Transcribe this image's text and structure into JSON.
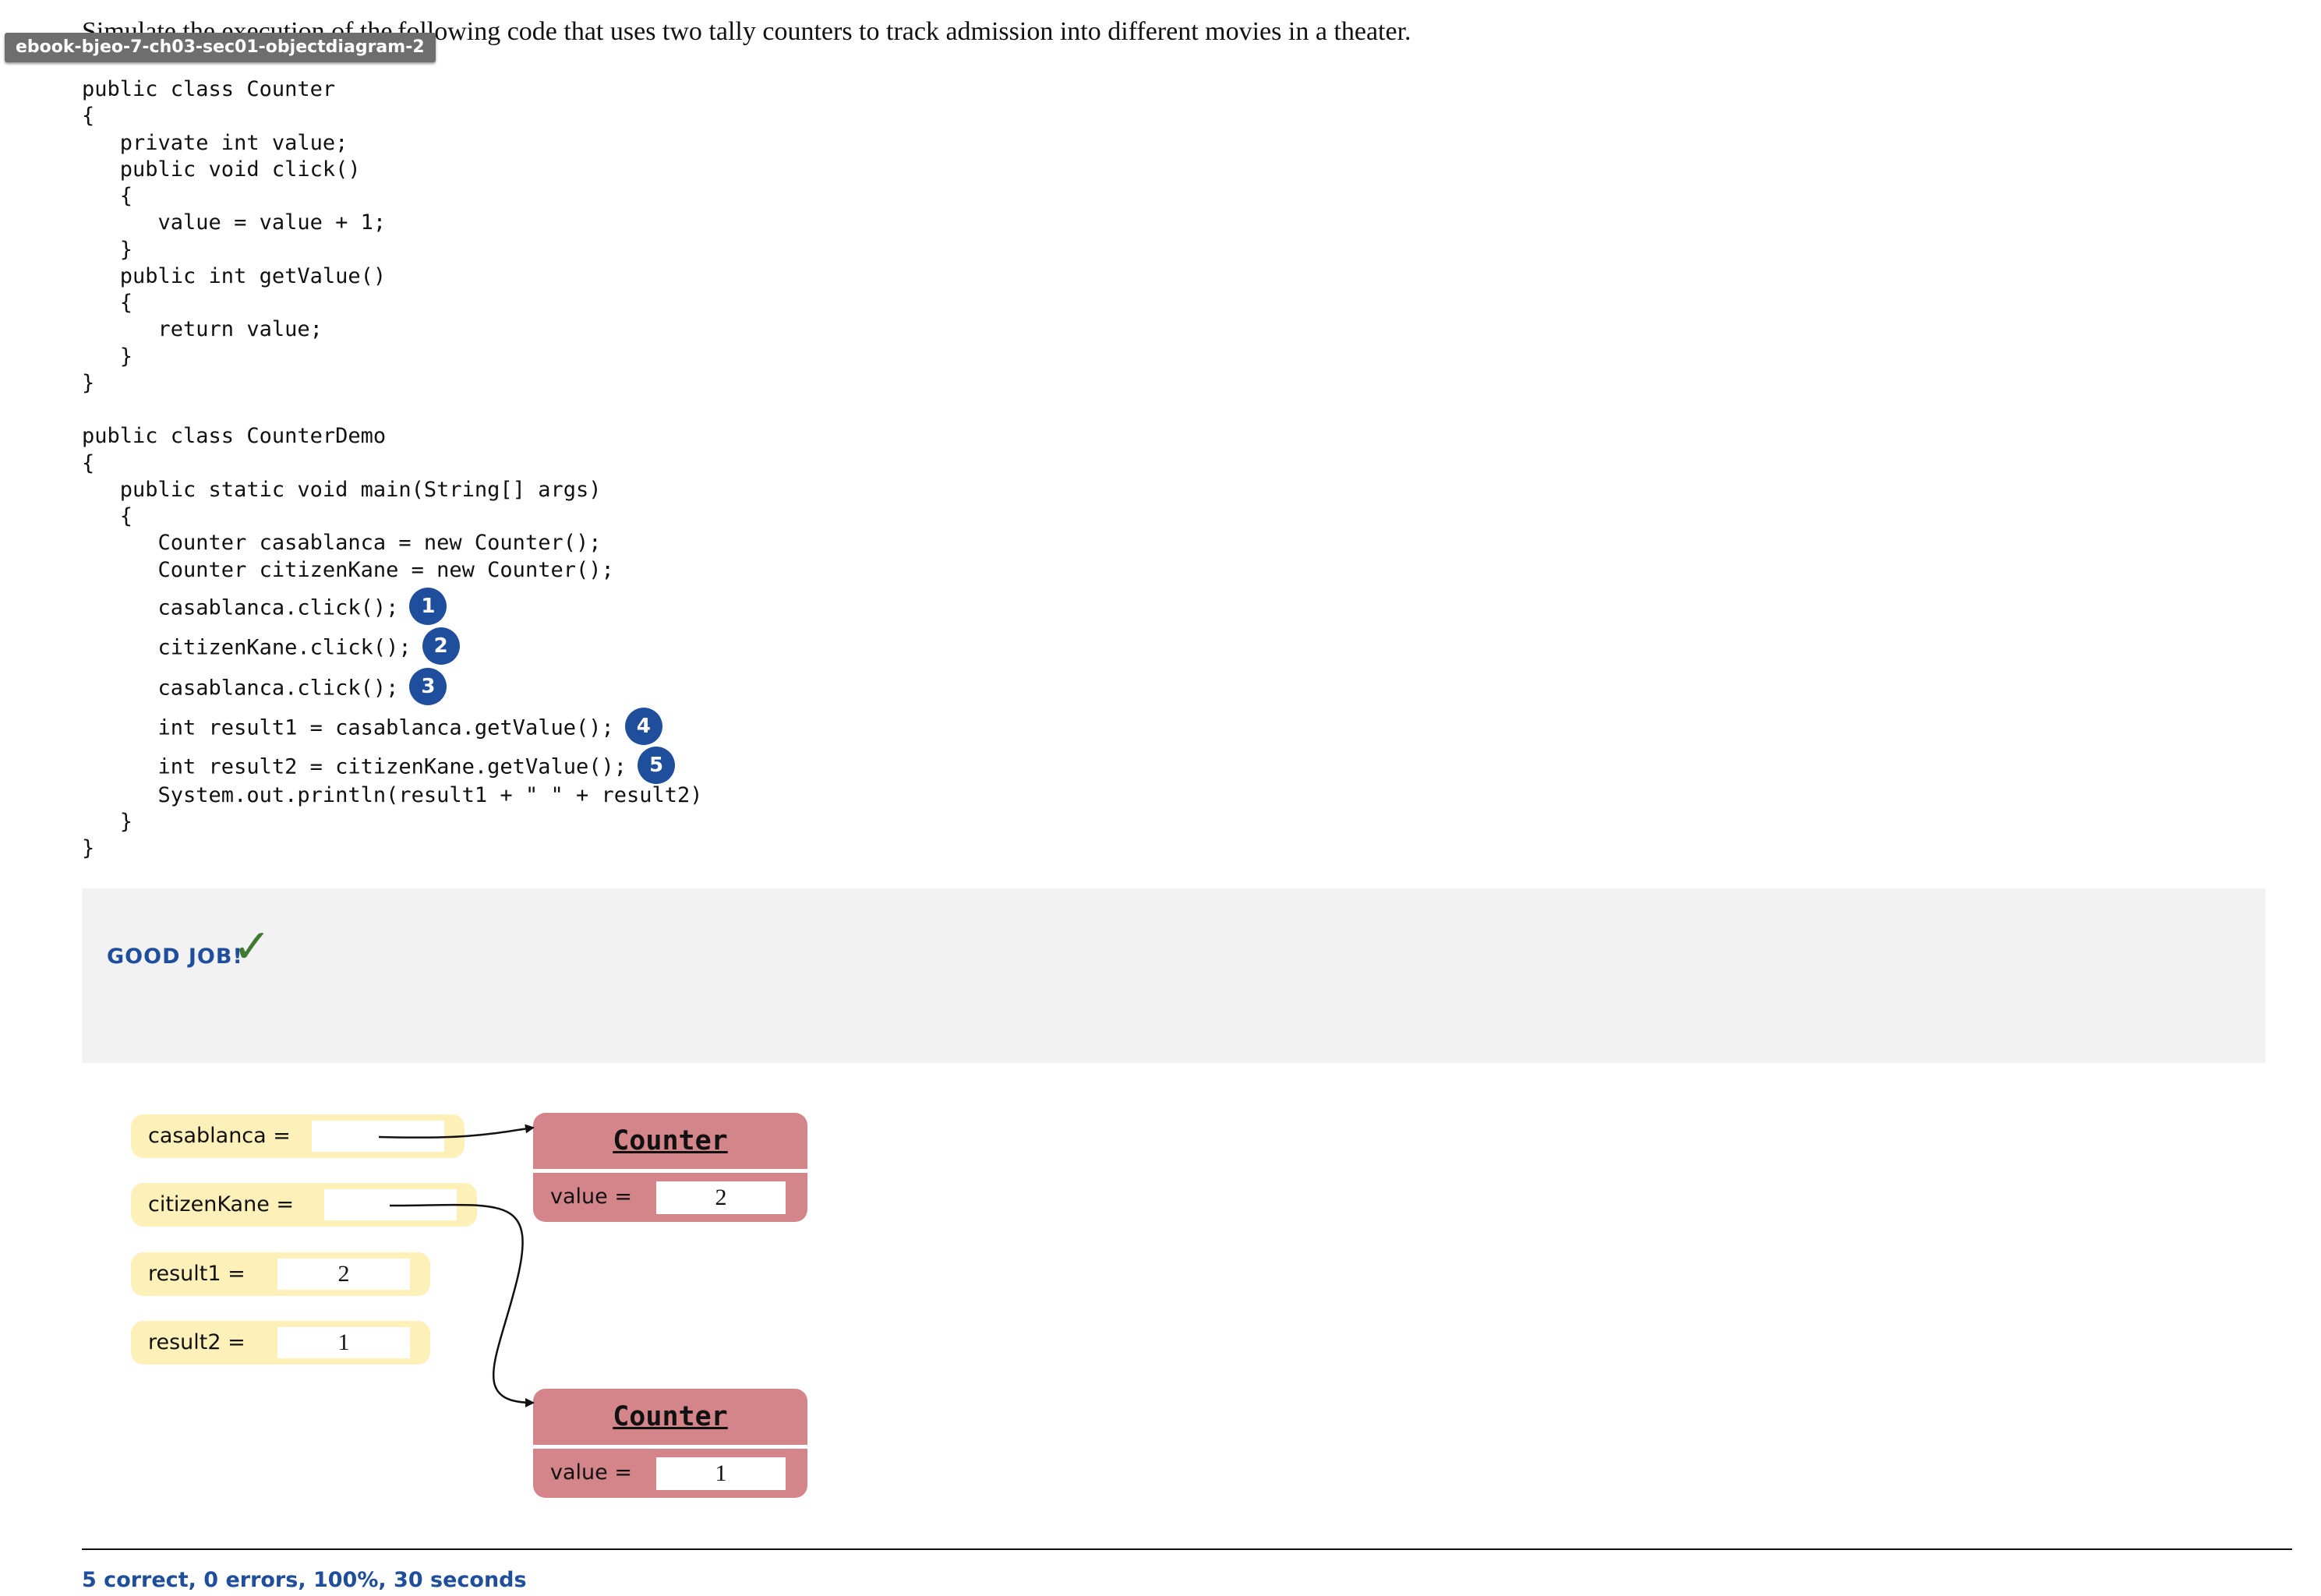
{
  "tag": "ebook-bjeo-7-ch03-sec01-objectdiagram-2",
  "intro_hidden": "Simulate the execution of the",
  "intro": "following code that uses two tally counters to track admission into different movies in a theater.",
  "code": {
    "counter": [
      "public class Counter",
      "{",
      "   private int value;",
      "   public void click()",
      "   {",
      "      value = value + 1;",
      "   }",
      "   public int getValue()",
      "   {",
      "      return value;",
      "   }",
      "}"
    ],
    "demo_head": [
      "public class CounterDemo",
      "{",
      "   public static void main(String[] args)",
      "   {",
      "      Counter casablanca = new Counter();",
      "      Counter citizenKane = new Counter();"
    ],
    "steps": [
      {
        "text": "      casablanca.click();",
        "badge": "1"
      },
      {
        "text": "      citizenKane.click();",
        "badge": "2"
      },
      {
        "text": "      casablanca.click();",
        "badge": "3"
      },
      {
        "text": "      int result1 = casablanca.getValue();",
        "badge": "4"
      },
      {
        "text": "      int result2 = citizenKane.getValue();",
        "badge": "5"
      }
    ],
    "demo_tail": [
      "      System.out.println(result1 + \" \" + result2)",
      "   }",
      "}"
    ]
  },
  "feedback": {
    "message": "GOOD JOB!",
    "check": "✓"
  },
  "diagram": {
    "vars": {
      "casablanca": {
        "label": "casablanca =",
        "value": ""
      },
      "citizenKane": {
        "label": "citizenKane =",
        "value": ""
      },
      "result1": {
        "label": "result1 =",
        "value": "2"
      },
      "result2": {
        "label": "result2 =",
        "value": "1"
      }
    },
    "objects": [
      {
        "title": "Counter",
        "field": "value =",
        "value": "2"
      },
      {
        "title": "Counter",
        "field": "value =",
        "value": "1"
      }
    ]
  },
  "summary": "5 correct, 0 errors, 100%, 30 seconds"
}
